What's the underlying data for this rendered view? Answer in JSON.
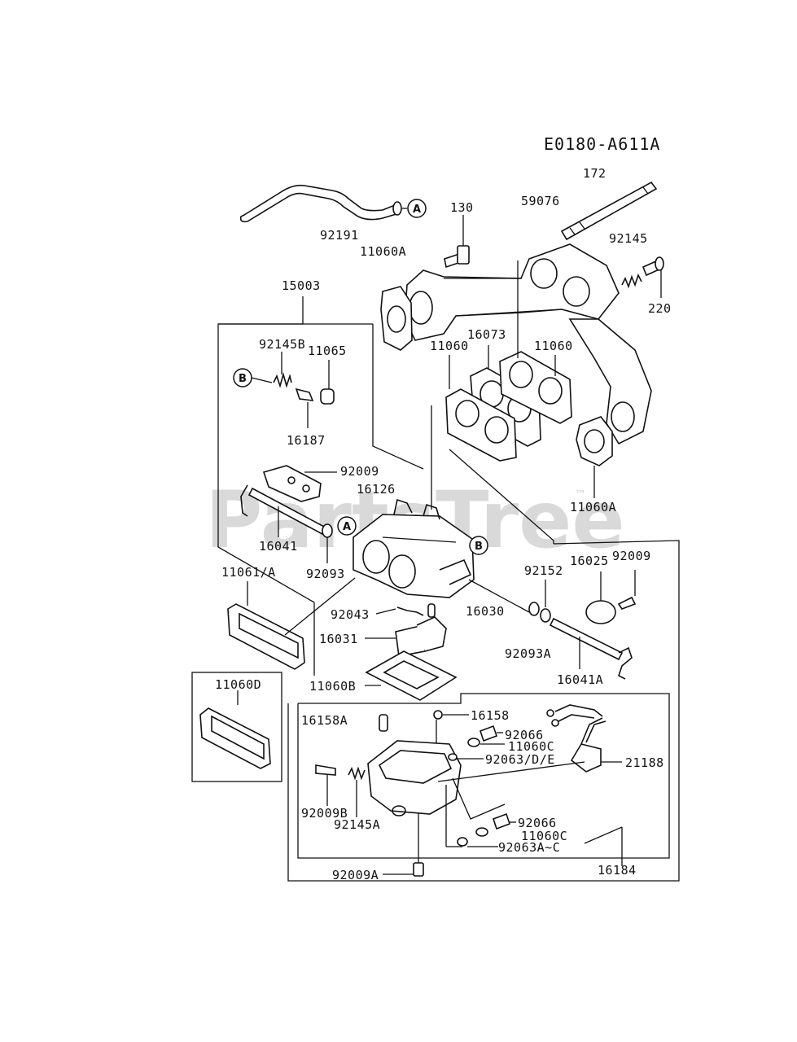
{
  "diagram_code": "E0180-A611A",
  "watermark": "PartsTree",
  "watermark_tm": "™",
  "refs": {
    "a": "A",
    "b": "B"
  },
  "labels": {
    "p172": "172",
    "p59076": "59076",
    "p130": "130",
    "p92191": "92191",
    "p11060A_top": "11060A",
    "p92145": "92145",
    "p220": "220",
    "p15003": "15003",
    "p92145B": "92145B",
    "p11065": "11065",
    "p16073": "16073",
    "p11060_left": "11060",
    "p11060_right": "11060",
    "p16187": "16187",
    "p92009_top": "92009",
    "p16126": "16126",
    "p11060A_bottom": "11060A",
    "p16041": "16041",
    "p92093": "92093",
    "p92152": "92152",
    "p16025": "16025",
    "p92009_right": "92009",
    "p11061A": "11061/A",
    "p92043": "92043",
    "p16030": "16030",
    "p16031": "16031",
    "p92093A": "92093A",
    "p11060D": "11060D",
    "p11060B": "11060B",
    "p16041A": "16041A",
    "p16158A": "16158A",
    "p16158": "16158",
    "p92066_top": "92066",
    "p11060C_top": "11060C",
    "p92063DE": "92063/D/E",
    "p21188": "21188",
    "p92009B": "92009B",
    "p92145A": "92145A",
    "p92066_bottom": "92066",
    "p11060C_bottom": "11060C",
    "p92063AC": "92063A~C",
    "p16184": "16184",
    "p92009A": "92009A"
  }
}
